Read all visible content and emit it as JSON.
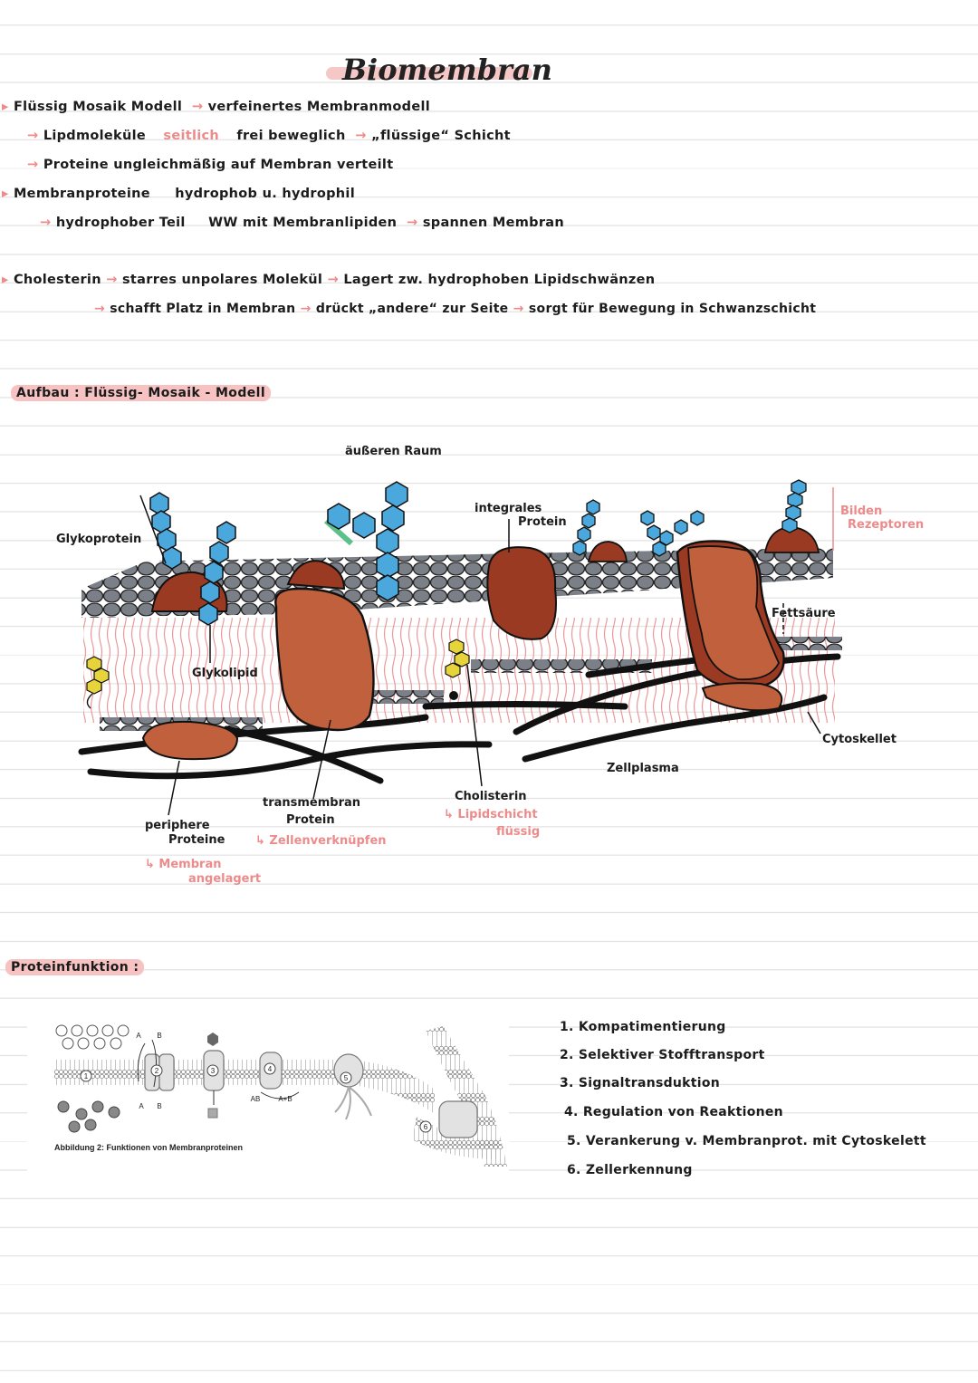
{
  "title": "Biomembran",
  "notes": {
    "l1": {
      "a": "Flüssig Mosaik Modell",
      "b": "verfeinertes Membranmodell"
    },
    "l2": {
      "a": "Lipdmoleküle",
      "b": "seitlich",
      "c": "frei beweglich",
      "d": "„flüssige“ Schicht"
    },
    "l3": {
      "a": "Proteine ungleichmäßig auf Membran verteilt"
    },
    "l4": {
      "a": "Membranproteine",
      "b": "hydrophob u. hydrophil"
    },
    "l5": {
      "a": "hydrophober Teil",
      "b": "WW mit Membranlipiden",
      "c": "spannen Membran"
    },
    "l6": {
      "a": "Cholesterin",
      "b": "starres unpolares Molekül",
      "c": "Lagert zw. hydrophoben Lipidschwänzen"
    },
    "l7": {
      "a": "schafft Platz in Membran",
      "b": "drückt „andere“ zur Seite",
      "c": "sorgt für Bewegung in Schwanzschicht"
    }
  },
  "section1": {
    "heading": "Aufbau : Flüssig- Mosaik - Modell"
  },
  "diagram": {
    "outer": "äußeren Raum",
    "glykoprotein": "Glykoprotein",
    "integrales1": "integrales",
    "integrales2": "Protein",
    "bilden1": "Bilden",
    "bilden2": "Rezeptoren",
    "fettsaeure": "Fettsäure",
    "glykolipid": "Glykolipid",
    "cytoskellet": "Cytoskellet",
    "zellplasma": "Zellplasma",
    "cholisterin": "Cholisterin",
    "lipid1": "Lipidschicht",
    "lipid2": "flüssig",
    "trans1": "transmembran",
    "trans2": "Protein",
    "zellen": "Zellenverknüpfen",
    "periphere1": "periphere",
    "periphere2": "Proteine",
    "membran1": "Membran",
    "membran2": "angelagert"
  },
  "section2": {
    "heading": "Proteinfunktion :"
  },
  "figure": {
    "caption": "Abbildung 2: Funktionen von Membranproteinen",
    "lbl_a1": "A",
    "lbl_b1": "B",
    "lbl_a2": "A",
    "lbl_b2": "B",
    "lbl_ab": "AB",
    "lbl_apb": "A+B",
    "n1": "1",
    "n2": "2",
    "n3": "3",
    "n4": "4",
    "n5": "5",
    "n6": "6"
  },
  "functions": [
    "1. Kompatimentierung",
    "2. Selektiver Stofftransport",
    "3. Signaltransduktion",
    "4. Regulation von Reaktionen",
    "5. Verankerung v. Membranprot. mit Cytoskelett",
    "6. Zellerkennung"
  ],
  "colors": {
    "pink": "#ec8b8b",
    "protein": "#9b3a22",
    "protein_light": "#c0603d",
    "head": "#7b8088",
    "sugar": "#4aa8dc",
    "cholesterol": "#e7d33a"
  }
}
